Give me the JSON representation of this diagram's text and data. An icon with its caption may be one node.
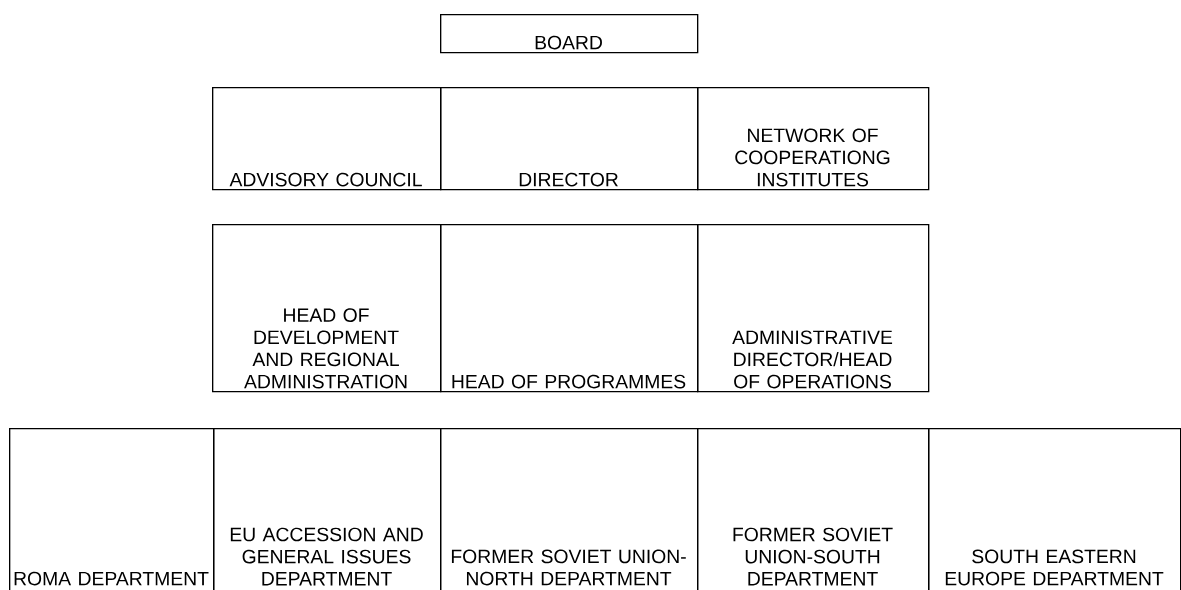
{
  "diagram": {
    "nodes": [
      {
        "text": [
          "BOARD"
        ]
      },
      {
        "text": [
          "ADVISORY COUNCIL"
        ]
      },
      {
        "text": [
          "DIRECTOR"
        ]
      },
      {
        "text": [
          "NETWORK OF COOPERATIONG INSTITUTES"
        ]
      },
      {
        "text": [
          "HEAD OF DEVELOPMENT AND REGIONAL ADMINISTRATION"
        ]
      },
      {
        "text": [
          "HEAD OF PROGRAMMES"
        ]
      },
      {
        "text": [
          "ADMINISTRATIVE DIRECTOR/HEAD OF OPERATIONS"
        ]
      },
      {
        "text": [
          "ROMA DEPARTMENT"
        ]
      },
      {
        "text": [
          "EU ACCESSION AND GENERAL ISSUES DEPARTMENT"
        ]
      },
      {
        "text": [
          "FORMER SOVIET UNION-NORTH DEPARTMENT"
        ]
      },
      {
        "text": [
          "FORMER SOVIET UNION-SOUTH DEPARTMENT"
        ]
      },
      {
        "text": [
          "SOUTH EASTERN EUROPE DEPARTMENT"
        ]
      }
    ]
  }
}
